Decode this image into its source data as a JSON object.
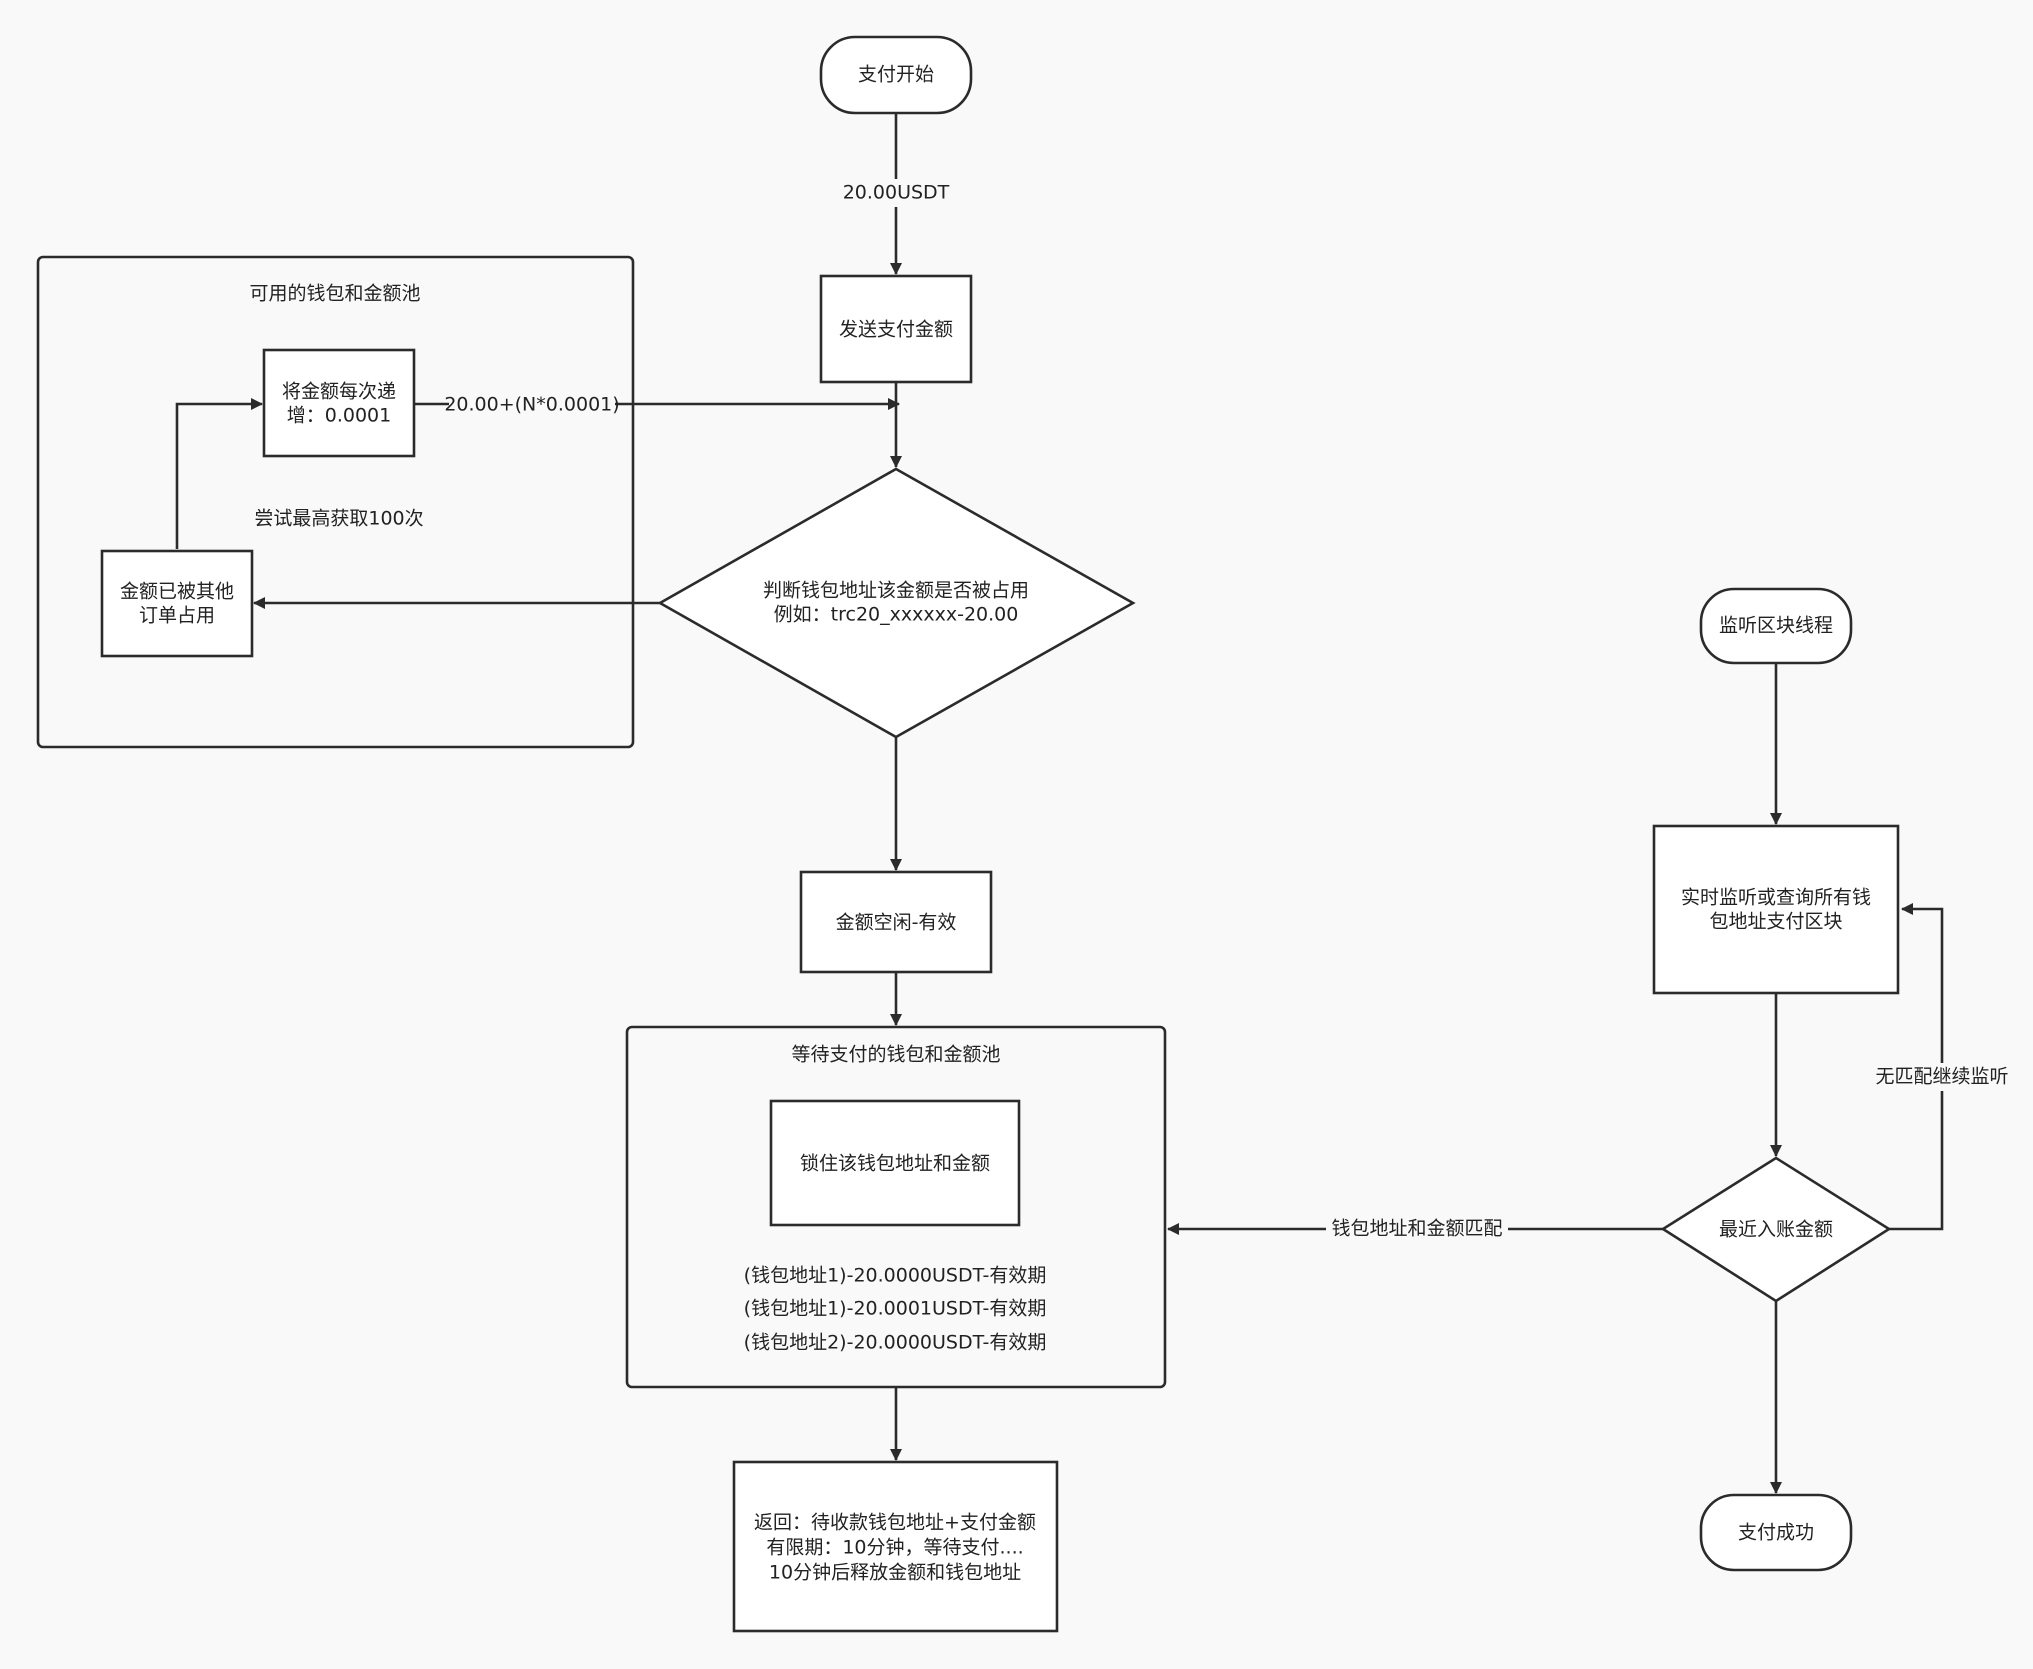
{
  "diagram": {
    "nodes": {
      "start": "支付开始",
      "send_amount": "发送支付金额",
      "increment_line1": "将金额每次递",
      "increment_line2": "增：0.0001",
      "occupied_line1": "金额已被其他",
      "occupied_line2": "订单占用",
      "decision_line1": "判断钱包地址该金额是否被占用",
      "decision_line2": "例如：trc20_xxxxxx-20.00",
      "amount_free": "金额空闲-有效",
      "lock": "锁住该钱包地址和金额",
      "return_line1": "返回：待收款钱包地址+支付金额",
      "return_line2": "有限期：10分钟，等待支付....",
      "return_line3": "10分钟后释放金额和钱包地址",
      "listen_thread": "监听区块线程",
      "realtime_line1": "实时监听或查询所有钱",
      "realtime_line2": "包地址支付区块",
      "recent_amount": "最近入账金额",
      "success": "支付成功"
    },
    "groups": {
      "available_pool": "可用的钱包和金额池",
      "pending_pool": "等待支付的钱包和金额池"
    },
    "annotations": {
      "max_tries": "尝试最高获取100次",
      "pool_entries": [
        "(钱包地址1)-20.0000USDT-有效期",
        "(钱包地址1)-20.0001USDT-有效期",
        "(钱包地址2)-20.0000USDT-有效期"
      ]
    },
    "edge_labels": {
      "amount": "20.00USDT",
      "increment_formula": "20.00+(N*0.0001)",
      "match": "钱包地址和金额匹配",
      "no_match": "无匹配继续监听"
    }
  }
}
